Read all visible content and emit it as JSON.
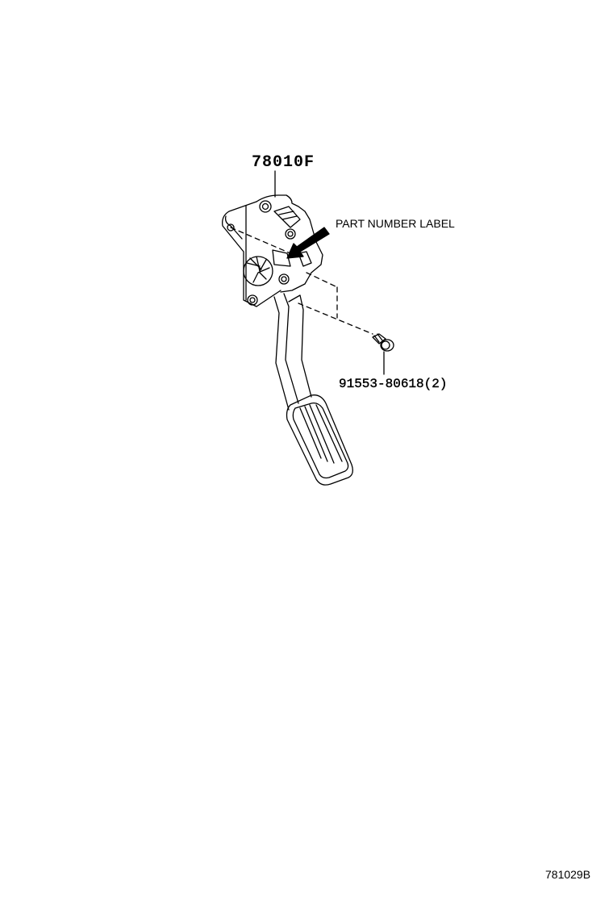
{
  "diagram": {
    "type": "parts-exploded-view",
    "subject": "accelerator pedal assembly",
    "labels": {
      "main_part": "78010F",
      "annotation": "PART NUMBER LABEL",
      "bolt_part": "91553-80618(2)",
      "illustration_id": "781029B"
    },
    "colors": {
      "line": "#000000",
      "background": "#ffffff"
    }
  }
}
